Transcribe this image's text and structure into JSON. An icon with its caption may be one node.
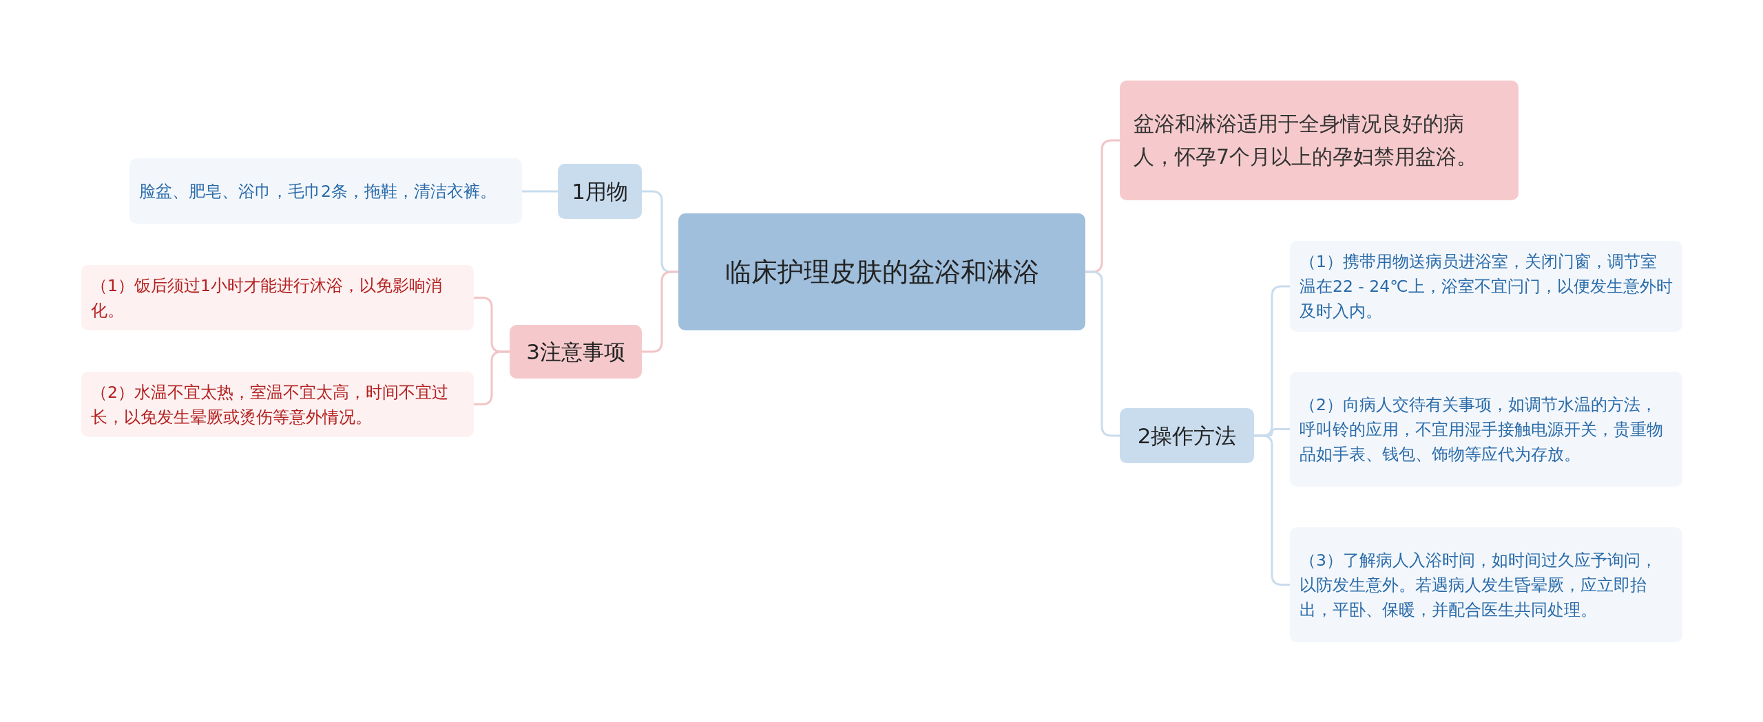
{
  "diagram": {
    "nodes": [
      {
        "text": [
          "临床护理皮肤的盆浴和淋浴"
        ]
      },
      {
        "text": [
          "1用物"
        ]
      },
      {
        "text": [
          "脸盆、肥皂、浴巾，毛巾2条，拖鞋，清洁衣裤。"
        ]
      },
      {
        "text": [
          "3注意事项"
        ]
      },
      {
        "text": [
          "（1）饭后须过1小时才能进行沐浴，以免影响消化。"
        ]
      },
      {
        "text": [
          "（2）水温不宜太热，室温不宜太高，时间不宜过长，以免发生晕厥或烫伤等意外情况。"
        ]
      },
      {
        "text": [
          "盆浴和淋浴适用于全身情况良好的病人，怀孕7个月以上的孕妇禁用盆浴。"
        ]
      },
      {
        "text": [
          "2操作方法"
        ]
      },
      {
        "text": [
          "（1）携带用物送病员进浴室，关闭门窗，调节室温在22 - 24℃上，浴室不宜闩门，以便发生意外时及时入内。"
        ]
      },
      {
        "text": [
          "（2）向病人交待有关事项，如调节水温的方法，呼叫铃的应用，不宜用湿手接触电源开关，贵重物品如手表、钱包、饰物等应代为存放。"
        ]
      },
      {
        "text": [
          "（3）了解病人入浴时间，如时间过久应予询问，以防发生意外。若遇病人发生昏晕厥，应立即抬出，平卧、保暖，并配合医生共同处理。"
        ]
      }
    ],
    "edges": [
      {
        "from": 0,
        "to": 1,
        "arrow": "none"
      },
      {
        "from": 1,
        "to": 2,
        "arrow": "none"
      },
      {
        "from": 0,
        "to": 3,
        "arrow": "none",
        "color": "#f2c4c6"
      },
      {
        "from": 3,
        "to": 4,
        "arrow": "none",
        "color": "#f2c4c6"
      },
      {
        "from": 3,
        "to": 5,
        "arrow": "none",
        "color": "#f2c4c6"
      },
      {
        "from": 0,
        "to": 6,
        "arrow": "none",
        "color": "#f2c4c6"
      },
      {
        "from": 0,
        "to": 7,
        "arrow": "none"
      },
      {
        "from": 7,
        "to": 8,
        "arrow": "none"
      },
      {
        "from": 7,
        "to": 9,
        "arrow": "none"
      },
      {
        "from": 7,
        "to": 10,
        "arrow": "none"
      }
    ]
  }
}
